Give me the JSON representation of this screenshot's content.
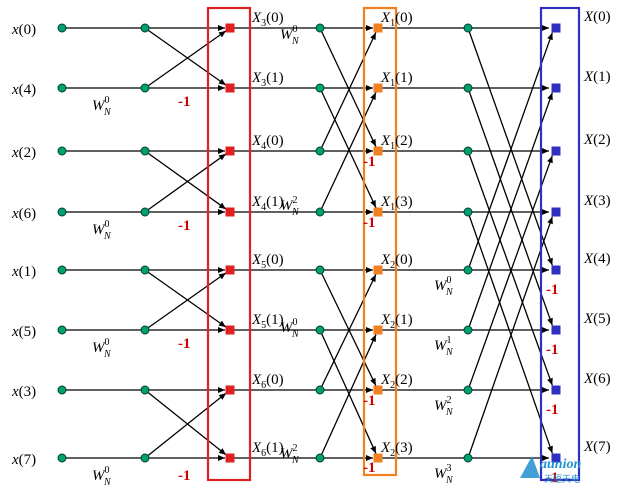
{
  "inputs": [
    "x(0)",
    "x(4)",
    "x(2)",
    "x(6)",
    "x(1)",
    "x(5)",
    "x(3)",
    "x(7)"
  ],
  "stage1_labels": [
    {
      "base": "X",
      "sub": "3",
      "arg": "(0)"
    },
    {
      "base": "X",
      "sub": "3",
      "arg": "(1)"
    },
    {
      "base": "X",
      "sub": "4",
      "arg": "(0)"
    },
    {
      "base": "X",
      "sub": "4",
      "arg": "(1)"
    },
    {
      "base": "X",
      "sub": "5",
      "arg": "(0)"
    },
    {
      "base": "X",
      "sub": "5",
      "arg": "(1)"
    },
    {
      "base": "X",
      "sub": "6",
      "arg": "(0)"
    },
    {
      "base": "X",
      "sub": "6",
      "arg": "(1)"
    }
  ],
  "stage2_labels": [
    {
      "base": "X",
      "sub": "1",
      "arg": "(0)"
    },
    {
      "base": "X",
      "sub": "1",
      "arg": "(1)"
    },
    {
      "base": "X",
      "sub": "1",
      "arg": "(2)"
    },
    {
      "base": "X",
      "sub": "1",
      "arg": "(3)"
    },
    {
      "base": "X",
      "sub": "2",
      "arg": "(0)"
    },
    {
      "base": "X",
      "sub": "2",
      "arg": "(1)"
    },
    {
      "base": "X",
      "sub": "2",
      "arg": "(2)"
    },
    {
      "base": "X",
      "sub": "2",
      "arg": "(3)"
    }
  ],
  "outputs": [
    "X(0)",
    "X(1)",
    "X(2)",
    "X(3)",
    "X(4)",
    "X(5)",
    "X(6)",
    "X(7)"
  ],
  "twiddle_base": "W",
  "twiddle_sub": "N",
  "stage1_twiddles": [
    "0",
    "0",
    "0",
    "0"
  ],
  "stage2_twiddles": [
    "0",
    "2",
    "0",
    "2"
  ],
  "stage3_twiddles": [
    "0",
    "1",
    "2",
    "3"
  ],
  "minus_one": "-1",
  "watermark": {
    "brand": "aunion",
    "sub": "天恒天电"
  },
  "colors": {
    "box1": "#e02020",
    "box2": "#f08020",
    "box3": "#3030c0",
    "node": "#00a070",
    "line": "#000000",
    "minus": "#d00000"
  }
}
